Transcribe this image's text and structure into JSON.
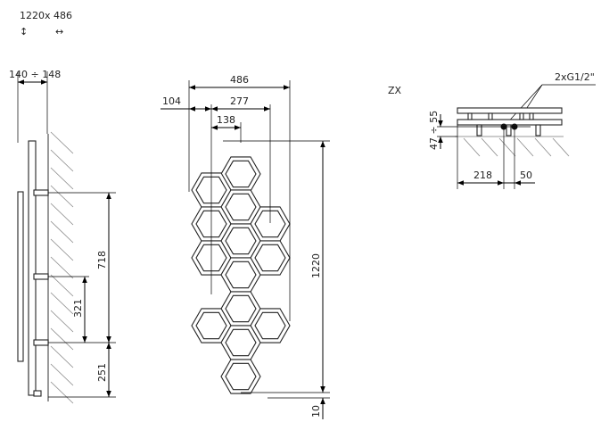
{
  "header": {
    "size_label": "1220x 486",
    "height_arrow_icon": "vertical-double-arrow",
    "width_arrow_icon": "horizontal-double-arrow"
  },
  "side_view": {
    "depth": "140 ÷ 148",
    "dim_718": "718",
    "dim_321": "321",
    "dim_251": "251"
  },
  "front_view": {
    "width_486": "486",
    "dim_104": "104",
    "dim_277": "277",
    "dim_138": "138",
    "height_1220": "1220",
    "dim_10": "10"
  },
  "top_view": {
    "title": "ZX",
    "connection": "2xG1/2\"",
    "wall_distance": "47 ÷ 55",
    "dim_218": "218",
    "dim_50": "50"
  }
}
